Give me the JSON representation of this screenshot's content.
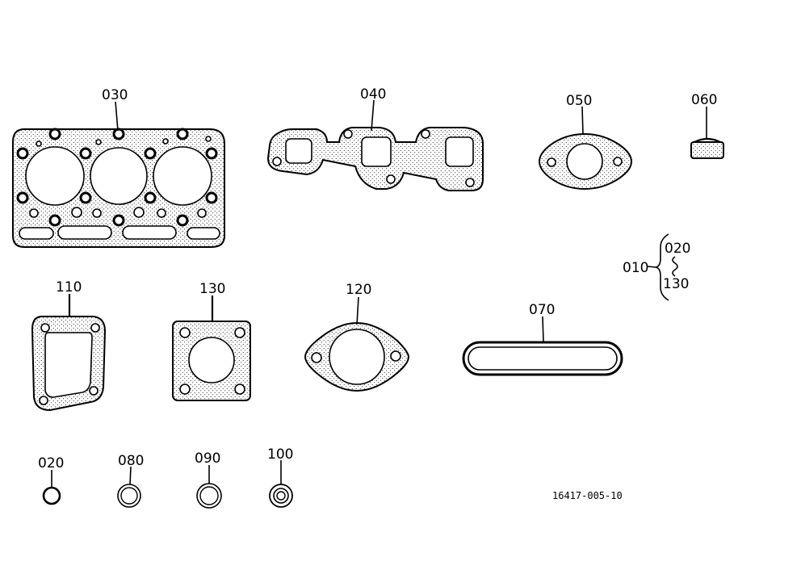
{
  "parts": {
    "p030": "030",
    "p040": "040",
    "p050": "050",
    "p060": "060",
    "p110": "110",
    "p130": "130",
    "p120": "120",
    "p070": "070",
    "p020": "020",
    "p080": "080",
    "p090": "090",
    "p100": "100"
  },
  "assembly": {
    "parent": "010",
    "child_top": "020",
    "child_bottom": "130"
  },
  "figure_number": "16417-005-10"
}
